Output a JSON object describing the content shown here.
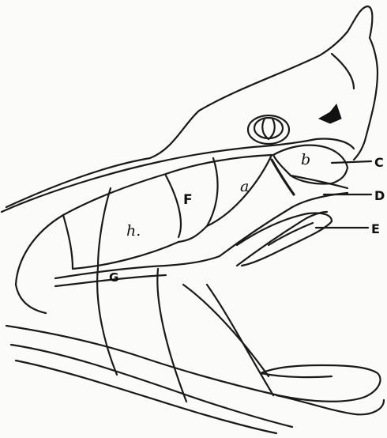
{
  "labels": {
    "c": "C",
    "d": "D",
    "e": "E",
    "f": "F",
    "g": "G",
    "h": "h.",
    "a": "a",
    "b": "b"
  }
}
